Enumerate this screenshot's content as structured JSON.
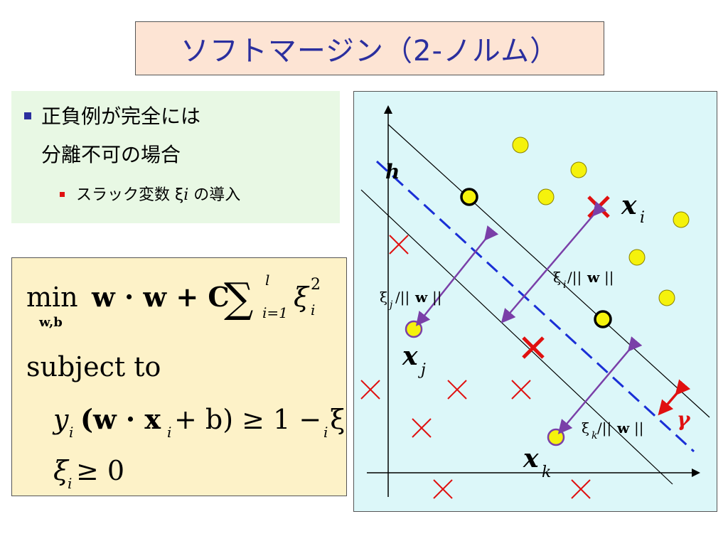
{
  "title": "ソフトマージン（2-ノルム）",
  "bullets": {
    "line1": "正負例が完全には",
    "line2": "分離不可の場合",
    "sub_text": "スラック変数 ξ",
    "sub_index": "i",
    "sub_suffix": " の導入"
  },
  "formula": {
    "min": "min",
    "min_sub": "w,b",
    "objective": "w · w + C",
    "sum_sup": "l",
    "sum_sub": "i=1",
    "xi": "ξ",
    "xi_sub": "i",
    "xi_sup": "2",
    "subject_to": "subject to",
    "c1_y": "y",
    "c1_i": "i",
    "c1_body": "(w · x",
    "c1_rest": " + b) ≥ 1 − ξ",
    "c2_xi": "ξ",
    "c2_i": "i",
    "c2_rest": " ≥ 0"
  },
  "diagram": {
    "h_label": "h",
    "xi_label_main": "x",
    "xi_label_sub": "i",
    "xj_label_main": "x",
    "xj_label_sub": "j",
    "xk_label_main": "x",
    "xk_label_sub": "k",
    "slack_i": "ξ",
    "slack_i_sub": "i",
    "slack_j": "ξ",
    "slack_j_sub": "j",
    "slack_k": "ξ",
    "slack_k_sub": "k",
    "norm_prefix": "/||",
    "norm_w": "w",
    "norm_suffix": "||",
    "gamma": "γ"
  },
  "colors": {
    "title_text": "#2b2f9e",
    "positive_fill": "#f5f20c",
    "negative_cross": "#e01010",
    "hyperplane": "#1a2fd6",
    "slack_arrow": "#7a3fa8",
    "margin_arrow": "#e01010"
  }
}
